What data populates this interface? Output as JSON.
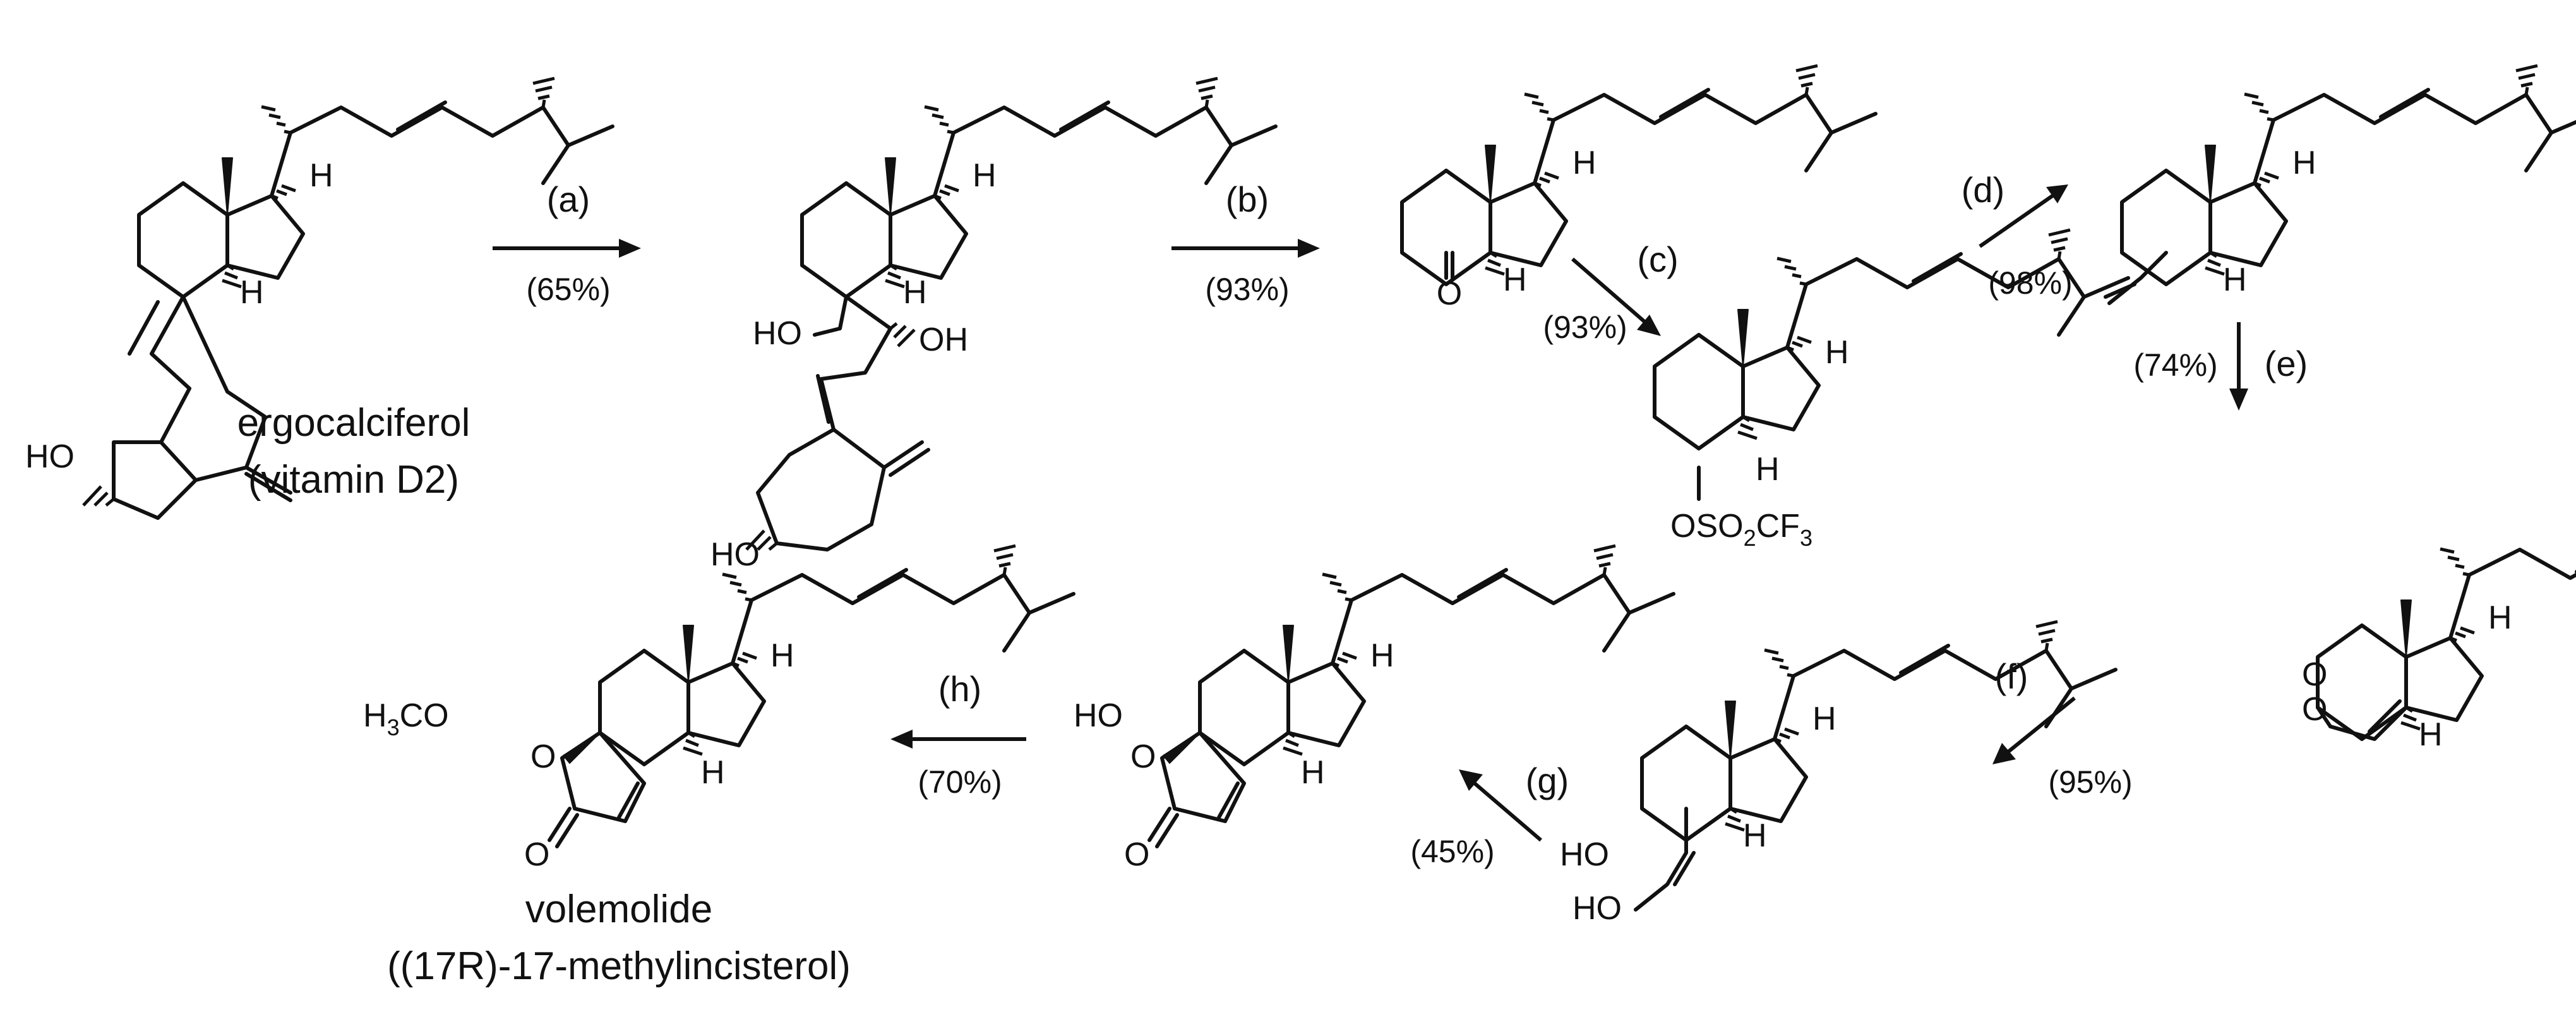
{
  "compounds": {
    "c1": {
      "name_line1": "ergocalciferol",
      "name_line2": "(vitamin D2)",
      "ho": "HO",
      "h_top": "H",
      "h_bottom": "H"
    },
    "c2": {
      "ho_left": "HO",
      "oh_right": "OH",
      "ho_bottom": "HO",
      "h_top": "H",
      "h_bottom": "H"
    },
    "c3": {
      "o": "O",
      "h_top": "H",
      "h_bottom": "H"
    },
    "c4": {
      "label_o": "OSO",
      "label_sub2": "2",
      "label_cf": "CF",
      "label_sub3": "3",
      "h_top": "H",
      "h_bottom": "H"
    },
    "c5": {
      "h_top": "H",
      "h_bottom": "H"
    },
    "c6": {
      "o1": "O",
      "o2": "O",
      "h_top": "H",
      "h_bottom": "H"
    },
    "c7": {
      "ho_top": "HO",
      "ho_bottom": "HO",
      "h_top": "H",
      "h_bottom": "H"
    },
    "c8": {
      "ho": "HO",
      "o_ring": "O",
      "o_keto": "O",
      "h_top": "H",
      "h_bottom": "H"
    },
    "c9": {
      "h3co_h": "H",
      "h3co_3": "3",
      "h3co_co": "CO",
      "o_ring": "O",
      "o_keto": "O",
      "h_top": "H",
      "h_bottom": "H",
      "name_line1": "volemolide",
      "name_line2": "((17R)-17-methylincisterol)"
    }
  },
  "steps": [
    {
      "letter": "(a)",
      "yield": "(65%)"
    },
    {
      "letter": "(b)",
      "yield": "(93%)"
    },
    {
      "letter": "(c)",
      "yield": "(93%)"
    },
    {
      "letter": "(d)",
      "yield": "(98%)"
    },
    {
      "letter": "(e)",
      "yield": "(74%)"
    },
    {
      "letter": "(f)",
      "yield": "(95%)"
    },
    {
      "letter": "(g)",
      "yield": "(45%)"
    },
    {
      "letter": "(h)",
      "yield": "(70%)"
    }
  ]
}
